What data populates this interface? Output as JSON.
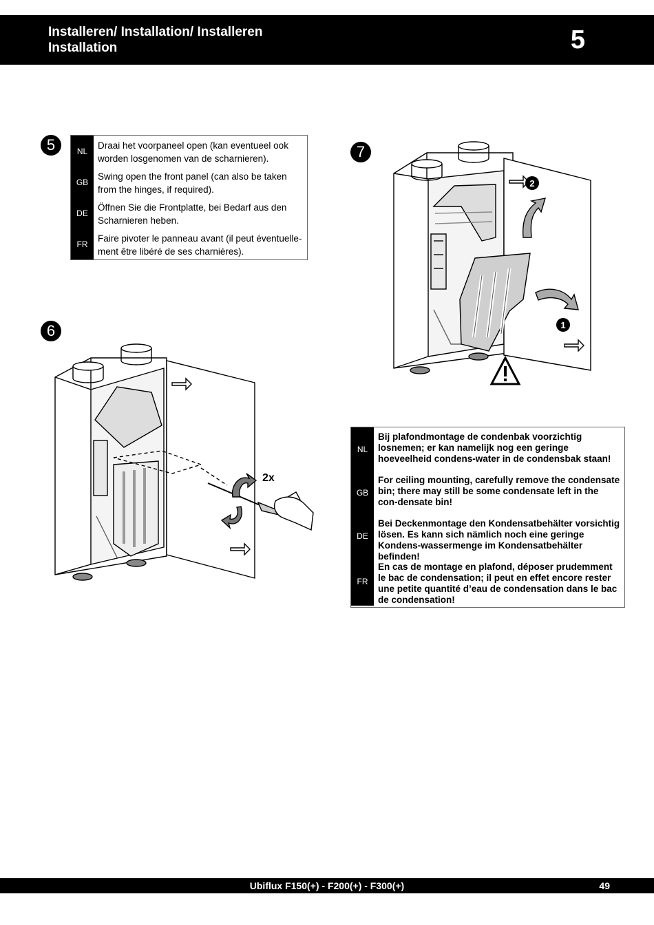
{
  "header": {
    "title_line1": "Installeren/ Installation/ Installeren",
    "title_line2": "Installation",
    "chapter": "5"
  },
  "step5": {
    "number": "5",
    "rows": [
      {
        "lang": "NL",
        "text": "Draai het voorpaneel open (kan eventueel ook worden losgenomen van de scharnieren)."
      },
      {
        "lang": "GB",
        "text": "Swing open the front panel (can also be taken from the hinges, if required)."
      },
      {
        "lang": "DE",
        "text": "Öffnen Sie die Frontplatte, bei Bedarf aus den Scharnieren heben."
      },
      {
        "lang": "FR",
        "text": "Faire pivoter le panneau avant (il peut éventuelle-ment être libéré de ses charnières)."
      }
    ]
  },
  "step6": {
    "number": "6",
    "count_label": "2x"
  },
  "step7": {
    "number": "7",
    "callout_1": "❶",
    "callout_2": "❷",
    "warning_glyph": "!"
  },
  "warning": {
    "rows": [
      {
        "lang": "NL",
        "text": "Bij plafondmontage de condenbak voorzichtig losnemen; er kan namelijk nog een geringe hoeveelheid condens-water in de condensbak staan!"
      },
      {
        "lang": "GB",
        "text": "For ceiling mounting, carefully remove the condensate bin; there may still be some condensate left in the con-densate bin!"
      },
      {
        "lang": "DE",
        "text": "Bei Deckenmontage den Kondensatbehälter vorsichtig lösen. Es kann sich nämlich noch eine geringe Kondens-wassermenge im Kondensatbehälter befinden!"
      },
      {
        "lang": "FR",
        "text": "En cas de montage en plafond, déposer prudemment le bac de condensation; il peut en effet encore rester une petite quantité d’eau de condensation dans le bac de condensation!"
      }
    ]
  },
  "footer": {
    "model": "Ubiflux F150(+) - F200(+) - F300(+)",
    "page": "49"
  }
}
